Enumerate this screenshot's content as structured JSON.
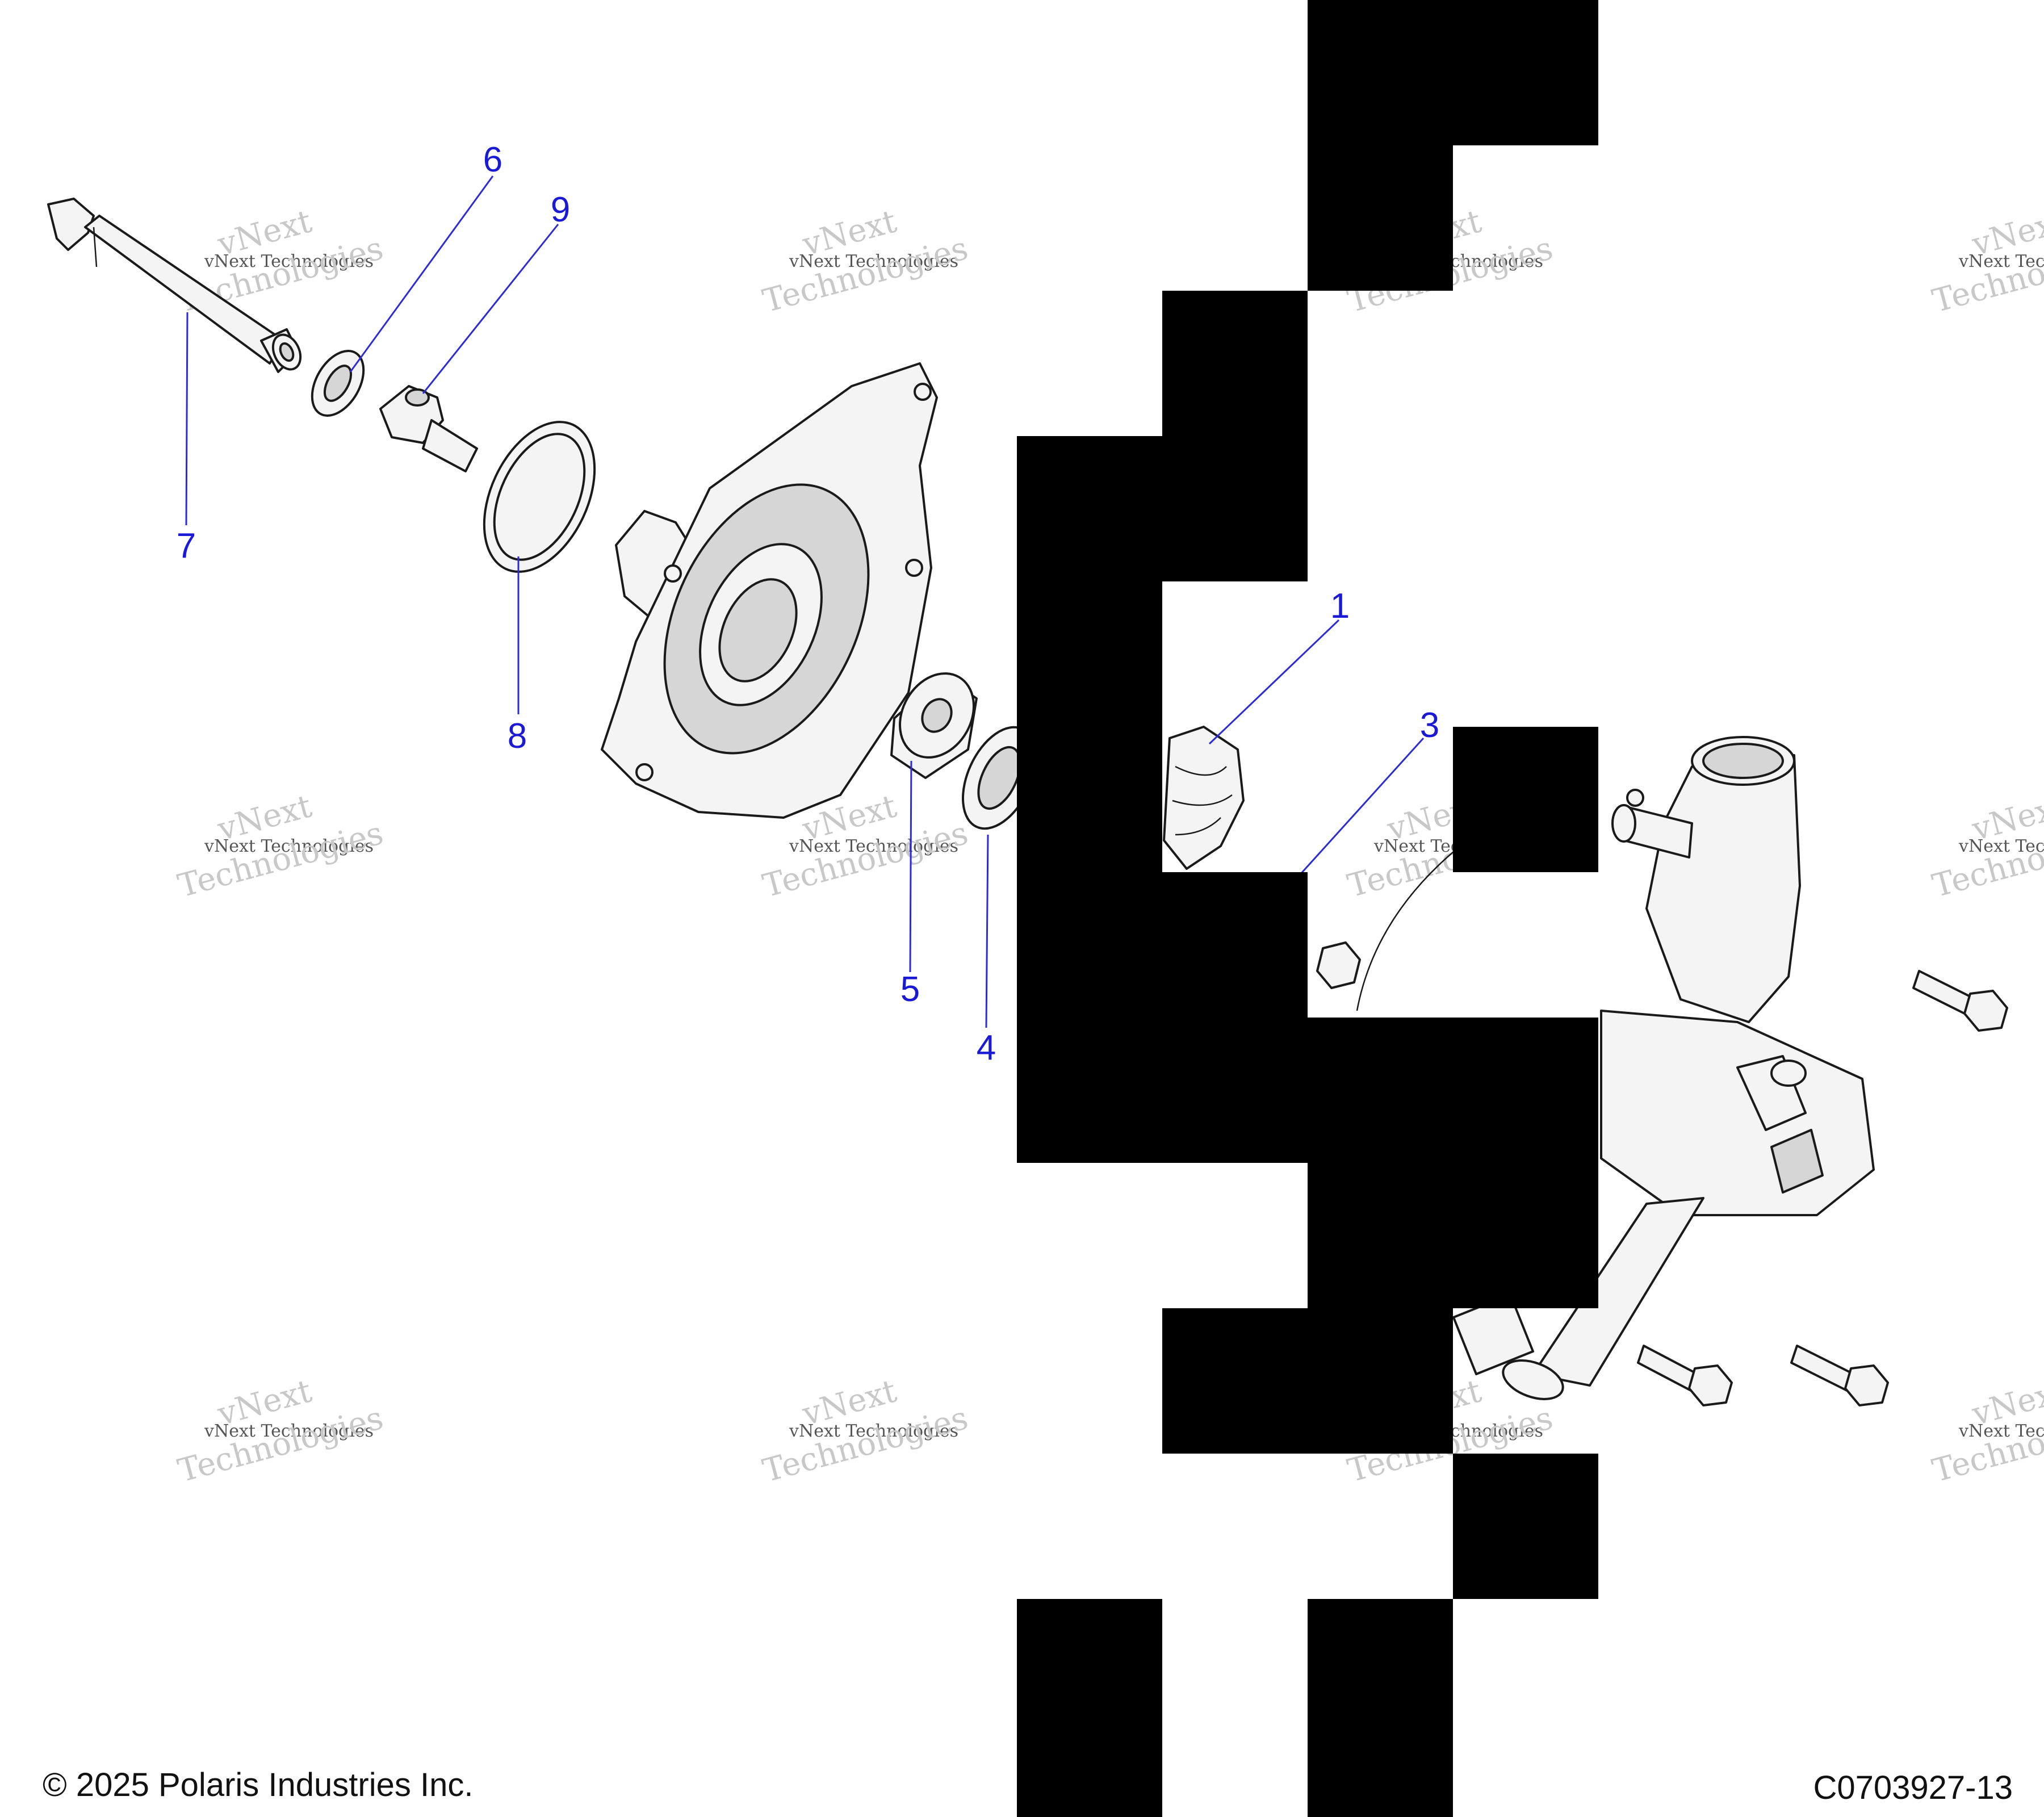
{
  "callouts": {
    "c1": "1",
    "c3": "3",
    "c4": "4",
    "c5": "5",
    "c6": "6",
    "c7": "7",
    "c8": "8",
    "c9": "9"
  },
  "watermark": {
    "line1": "vNext Technologies",
    "line2": "vNext",
    "line3": "Technologies"
  },
  "footer": {
    "copyright": "© 2025 Polaris Industries Inc.",
    "code": "C0703927-13"
  }
}
